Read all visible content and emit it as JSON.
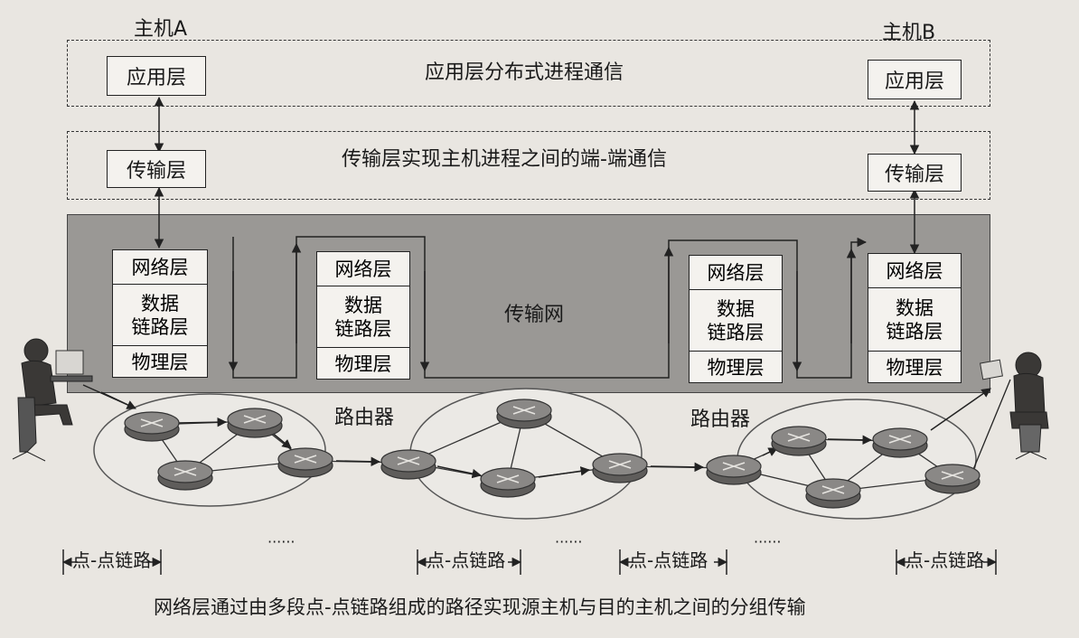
{
  "hosts": {
    "a": "主机A",
    "b": "主机B"
  },
  "bars": {
    "app": "应用层分布式进程通信",
    "transport": "传输层实现主机进程之间的端-端通信"
  },
  "layers": {
    "app": "应用层",
    "transport": "传输层",
    "network": "网络层",
    "datalink": "数据\n链路层",
    "physical": "物理层"
  },
  "transport_net": "传输网",
  "router": "路由器",
  "links": {
    "p2p": "点-点链路",
    "ellipsis": "······"
  },
  "caption": "网络层通过由多段点-点链路组成的路径实现源主机与目的主机之间的分组传输",
  "colors": {
    "network_area": "#9a9895",
    "box_fill": "#f4f2ee",
    "router_fill": "#6f6d6b",
    "line": "#222222"
  }
}
